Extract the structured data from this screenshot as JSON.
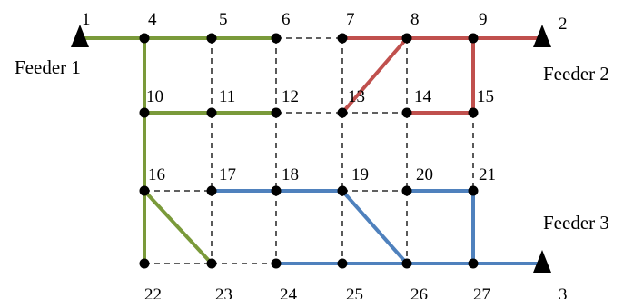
{
  "colors": {
    "feeder1": "#7a9a3a",
    "feeder2": "#c0504d",
    "feeder3": "#4f81bd",
    "tie": "#000000",
    "node": "#000000"
  },
  "nodes": [
    {
      "id": "1",
      "label": "1"
    },
    {
      "id": "2",
      "label": "2"
    },
    {
      "id": "3",
      "label": "3"
    },
    {
      "id": "4",
      "label": "4"
    },
    {
      "id": "5",
      "label": "5"
    },
    {
      "id": "6",
      "label": "6"
    },
    {
      "id": "7",
      "label": "7"
    },
    {
      "id": "8",
      "label": "8"
    },
    {
      "id": "9",
      "label": "9"
    },
    {
      "id": "10",
      "label": "10"
    },
    {
      "id": "11",
      "label": "11"
    },
    {
      "id": "12",
      "label": "12"
    },
    {
      "id": "13",
      "label": "13"
    },
    {
      "id": "14",
      "label": "14"
    },
    {
      "id": "15",
      "label": "15"
    },
    {
      "id": "16",
      "label": "16"
    },
    {
      "id": "17",
      "label": "17"
    },
    {
      "id": "18",
      "label": "18"
    },
    {
      "id": "19",
      "label": "19"
    },
    {
      "id": "20",
      "label": "20"
    },
    {
      "id": "21",
      "label": "21"
    },
    {
      "id": "22",
      "label": "22"
    },
    {
      "id": "23",
      "label": "23"
    },
    {
      "id": "24",
      "label": "24"
    },
    {
      "id": "25",
      "label": "25"
    },
    {
      "id": "26",
      "label": "26"
    },
    {
      "id": "27",
      "label": "27"
    }
  ],
  "feeders": [
    {
      "id": "feeder-1",
      "label": "Feeder 1",
      "source_node": "1"
    },
    {
      "id": "feeder-2",
      "label": "Feeder 2",
      "source_node": "2"
    },
    {
      "id": "feeder-3",
      "label": "Feeder 3",
      "source_node": "3"
    }
  ],
  "edges": [
    {
      "from": "1",
      "to": "4",
      "type": "feeder1"
    },
    {
      "from": "4",
      "to": "5",
      "type": "feeder1"
    },
    {
      "from": "5",
      "to": "6",
      "type": "feeder1"
    },
    {
      "from": "4",
      "to": "10",
      "type": "feeder1"
    },
    {
      "from": "10",
      "to": "11",
      "type": "feeder1"
    },
    {
      "from": "11",
      "to": "12",
      "type": "feeder1"
    },
    {
      "from": "10",
      "to": "16",
      "type": "feeder1"
    },
    {
      "from": "16",
      "to": "22",
      "type": "feeder1"
    },
    {
      "from": "16",
      "to": "23",
      "type": "feeder1"
    },
    {
      "from": "2",
      "to": "9",
      "type": "feeder2"
    },
    {
      "from": "9",
      "to": "8",
      "type": "feeder2"
    },
    {
      "from": "8",
      "to": "7",
      "type": "feeder2"
    },
    {
      "from": "8",
      "to": "13",
      "type": "feeder2"
    },
    {
      "from": "9",
      "to": "15",
      "type": "feeder2"
    },
    {
      "from": "15",
      "to": "14",
      "type": "feeder2"
    },
    {
      "from": "3",
      "to": "27",
      "type": "feeder3"
    },
    {
      "from": "27",
      "to": "26",
      "type": "feeder3"
    },
    {
      "from": "26",
      "to": "25",
      "type": "feeder3"
    },
    {
      "from": "25",
      "to": "24",
      "type": "feeder3"
    },
    {
      "from": "27",
      "to": "21",
      "type": "feeder3"
    },
    {
      "from": "21",
      "to": "20",
      "type": "feeder3"
    },
    {
      "from": "26",
      "to": "19",
      "type": "feeder3"
    },
    {
      "from": "19",
      "to": "18",
      "type": "feeder3"
    },
    {
      "from": "18",
      "to": "17",
      "type": "feeder3"
    },
    {
      "from": "6",
      "to": "7",
      "type": "tie"
    },
    {
      "from": "5",
      "to": "11",
      "type": "tie"
    },
    {
      "from": "6",
      "to": "12",
      "type": "tie"
    },
    {
      "from": "7",
      "to": "13",
      "type": "tie"
    },
    {
      "from": "8",
      "to": "14",
      "type": "tie"
    },
    {
      "from": "12",
      "to": "13",
      "type": "tie"
    },
    {
      "from": "13",
      "to": "14",
      "type": "tie"
    },
    {
      "from": "11",
      "to": "17",
      "type": "tie"
    },
    {
      "from": "12",
      "to": "18",
      "type": "tie"
    },
    {
      "from": "13",
      "to": "19",
      "type": "tie"
    },
    {
      "from": "14",
      "to": "20",
      "type": "tie"
    },
    {
      "from": "15",
      "to": "21",
      "type": "tie"
    },
    {
      "from": "16",
      "to": "17",
      "type": "tie"
    },
    {
      "from": "19",
      "to": "20",
      "type": "tie"
    },
    {
      "from": "17",
      "to": "23",
      "type": "tie"
    },
    {
      "from": "18",
      "to": "24",
      "type": "tie"
    },
    {
      "from": "19",
      "to": "25",
      "type": "tie"
    },
    {
      "from": "20",
      "to": "26",
      "type": "tie"
    },
    {
      "from": "22",
      "to": "23",
      "type": "tie"
    },
    {
      "from": "23",
      "to": "24",
      "type": "tie"
    }
  ]
}
